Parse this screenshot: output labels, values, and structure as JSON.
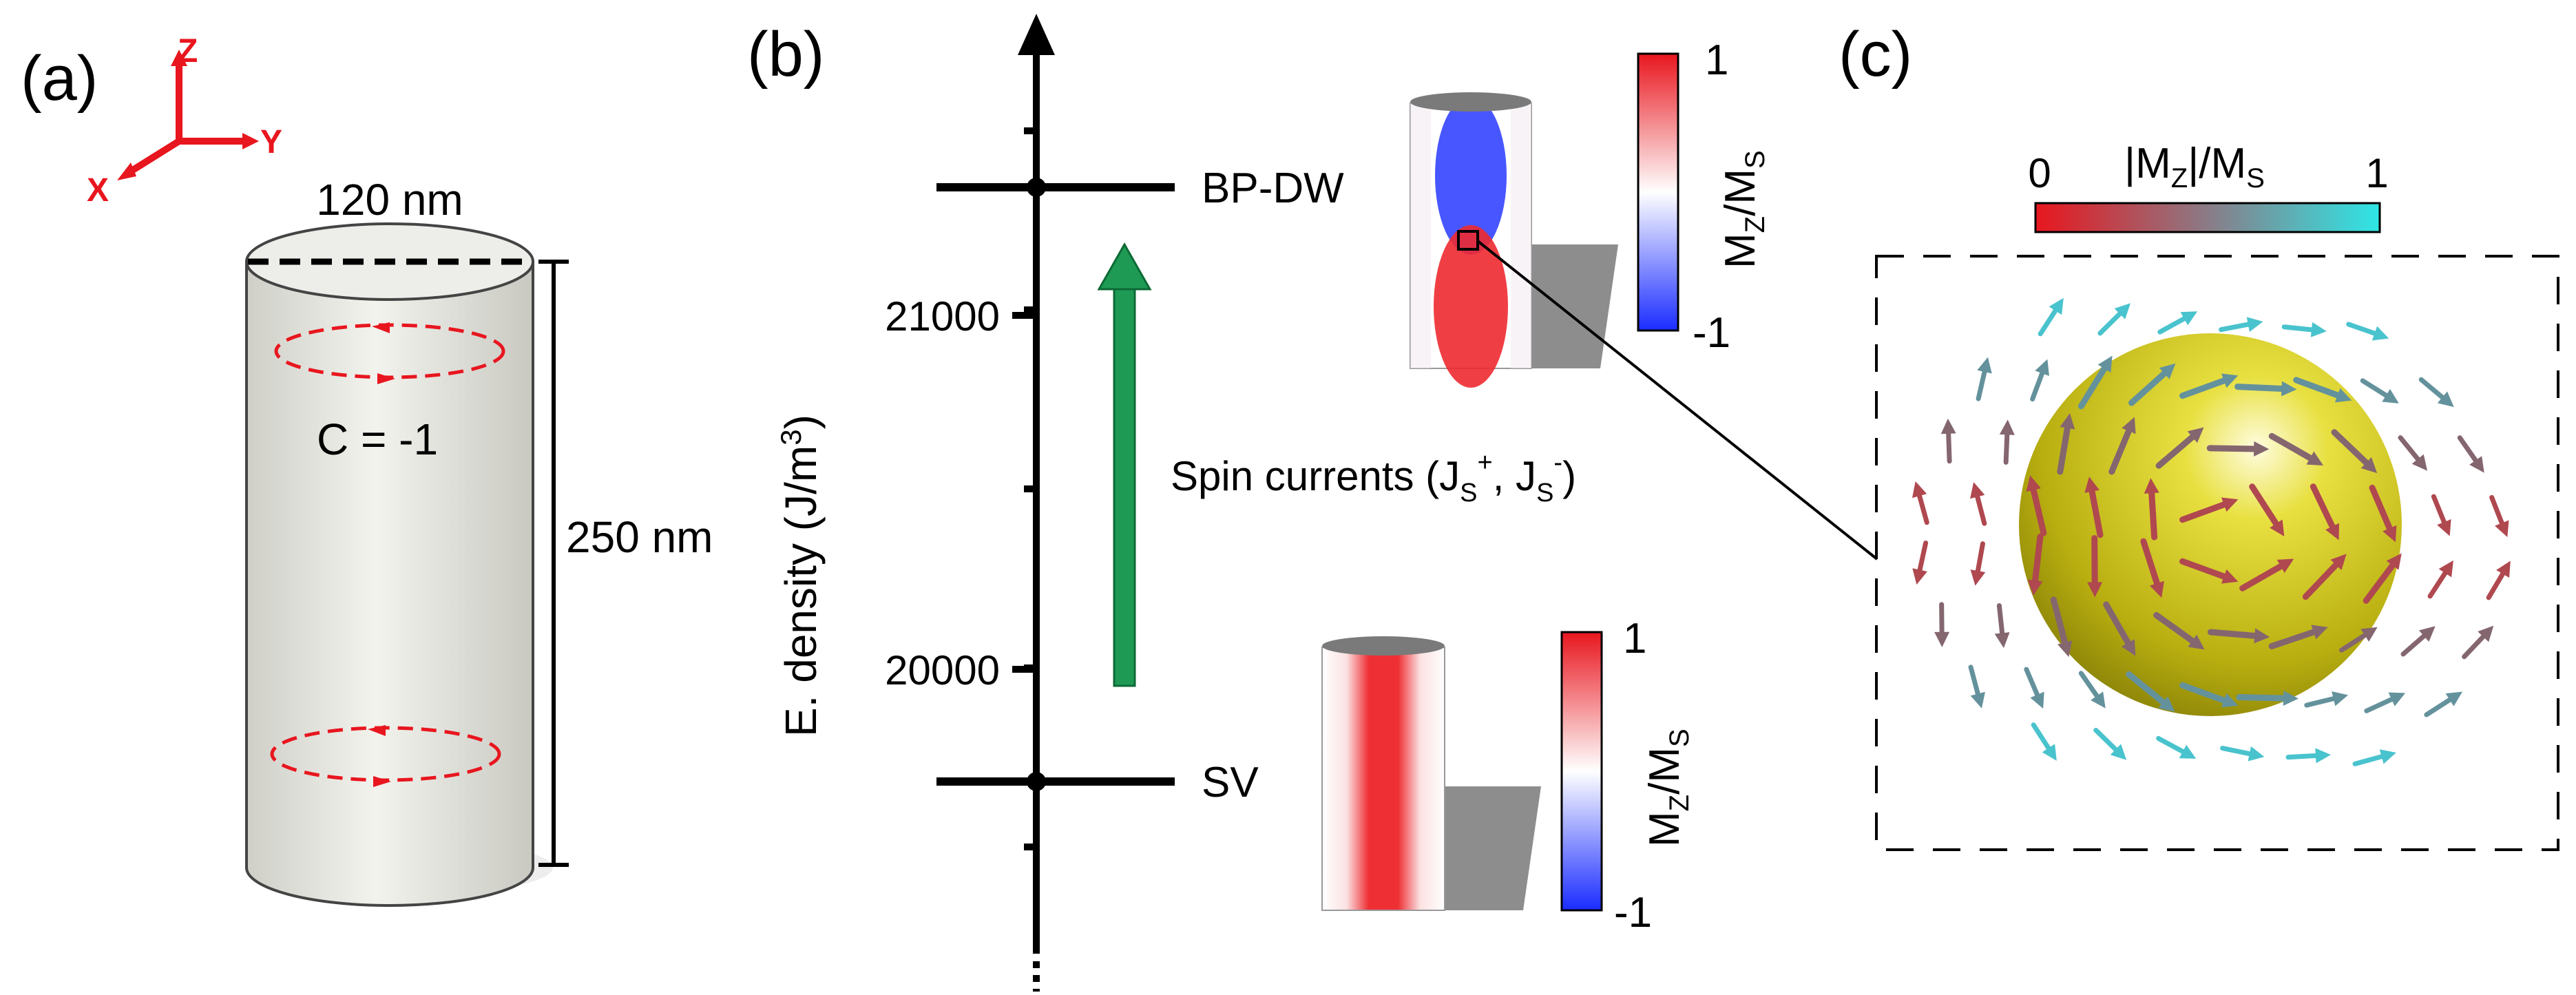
{
  "panel_a": {
    "label": "(a)",
    "axes": {
      "z": "Z",
      "y": "Y",
      "x": "X"
    },
    "diameter": "120 nm",
    "height": "250 nm",
    "chirality": "C = -1"
  },
  "panel_b": {
    "label": "(b)",
    "axis_label_main": "E. density (J/m",
    "axis_label_sup": "3",
    "axis_label_close": ")",
    "ticks": [
      "21000",
      "20000"
    ],
    "states": {
      "upper": "BP-DW",
      "lower": "SV"
    },
    "arrow_caption": {
      "text": "Spin currents (J",
      "sub1": "S",
      "sup1": "+",
      "mid": ", J",
      "sub2": "S",
      "sup2": "-",
      "close": ")"
    },
    "colorbar_upper": {
      "max": "1",
      "min": "-1",
      "label_main": "M",
      "label_sub1": "Z",
      "label_sep": "/M",
      "label_sub2": "S"
    },
    "colorbar_lower": {
      "max": "1",
      "min": "-1",
      "label_main": "M",
      "label_sub1": "Z",
      "label_sep": "/M",
      "label_sub2": "S"
    }
  },
  "panel_c": {
    "label": "(c)",
    "colorbar": {
      "min": "0",
      "max": "1",
      "label_main": "|M",
      "label_sub1": "Z",
      "label_sep": "|/M",
      "label_sub2": "S"
    }
  },
  "colors": {
    "red": "#e8161e",
    "blue": "#1a2cff",
    "green": "#1f9a55",
    "cyan": "#2ee6e6",
    "sphere": "#d8cf1e",
    "cylinder": "#e2e2dc"
  }
}
